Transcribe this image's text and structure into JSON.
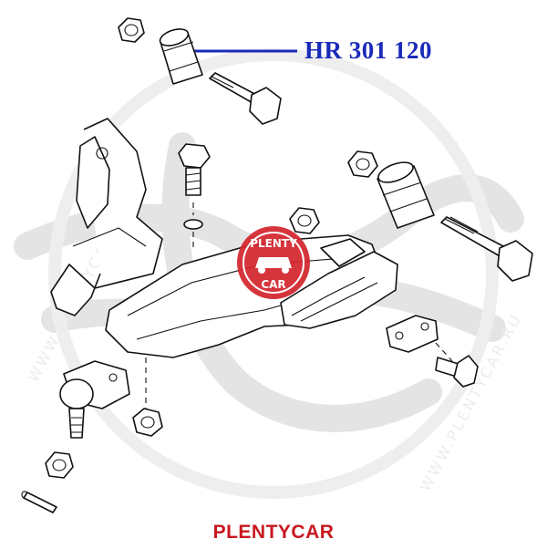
{
  "callout": {
    "part_number": "HR 301 120",
    "color": "#1a2bb8"
  },
  "brand": {
    "caption": "PLENTYCAR",
    "color": "#c8171e",
    "logo_top": "PLENTY",
    "logo_bottom": "CAR",
    "watermark_text": "WWW.PLENTYCAR.RU"
  }
}
